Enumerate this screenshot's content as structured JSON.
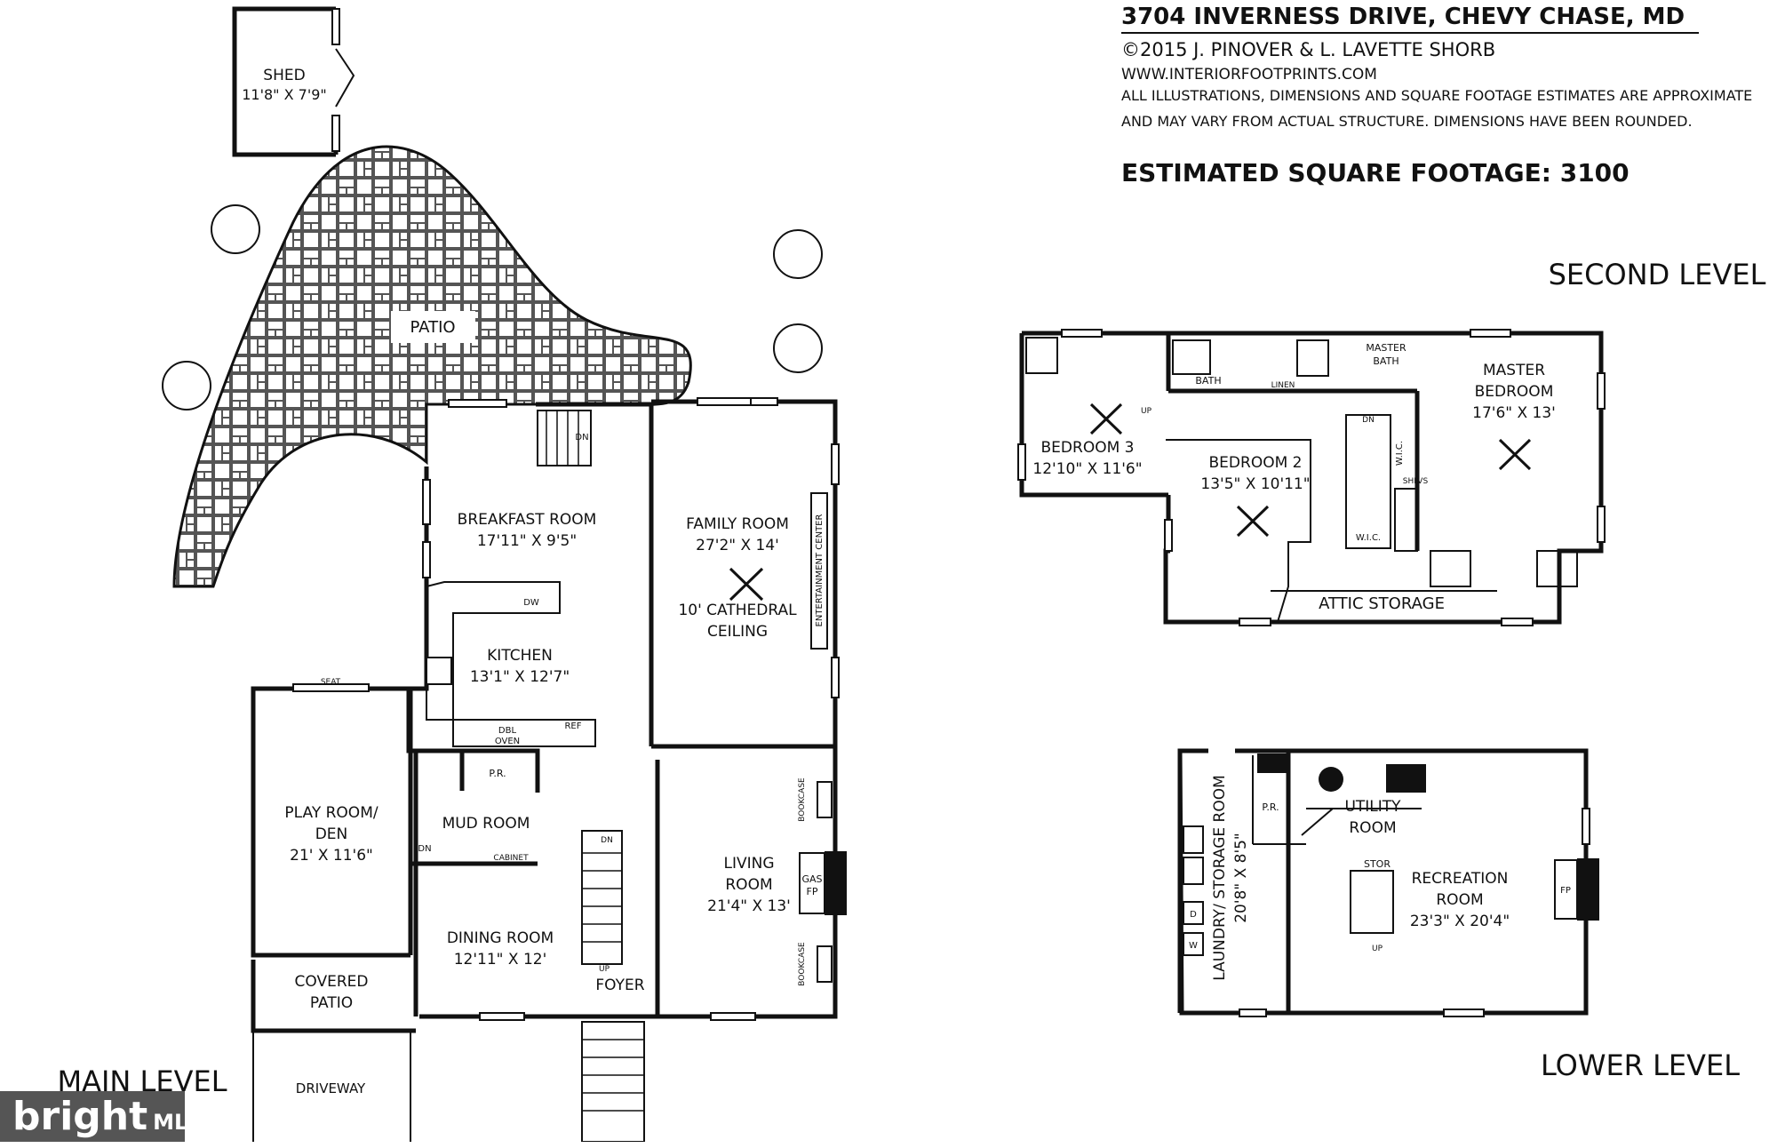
{
  "header": {
    "address": "3704 INVERNESS DRIVE, CHEVY CHASE, MD",
    "copyright": "©2015 J. PINOVER & L. LAVETTE SHORB",
    "website": "WWW.INTERIORFOOTPRINTS.COM",
    "disclaimer1": "ALL ILLUSTRATIONS, DIMENSIONS AND SQUARE FOOTAGE ESTIMATES ARE APPROXIMATE",
    "disclaimer2": "AND MAY VARY FROM ACTUAL STRUCTURE. DIMENSIONS HAVE BEEN ROUNDED.",
    "sqft": "ESTIMATED SQUARE FOOTAGE: 3100"
  },
  "levels": {
    "main": "MAIN LEVEL",
    "second": "SECOND LEVEL",
    "lower": "LOWER LEVEL"
  },
  "main": {
    "shed": "SHED",
    "shed_dim": "11'8\" X 7'9\"",
    "patio": "PATIO",
    "breakfast": "BREAKFAST ROOM",
    "breakfast_dim": "17'11\" X 9'5\"",
    "family": "FAMILY ROOM",
    "family_dim": "27'2\" X 14'",
    "cathedral1": "10' CATHEDRAL",
    "cathedral2": "CEILING",
    "entertainment": "ENTERTAINMENT CENTER",
    "kitchen": "KITCHEN",
    "kitchen_dim": "13'1\" X 12'7\"",
    "dw": "DW",
    "dbl": "DBL",
    "oven": "OVEN",
    "ref": "REF",
    "seat": "SEAT",
    "play1": "PLAY ROOM/",
    "play2": "DEN",
    "play_dim": "21' X 11'6\"",
    "pr": "P.R.",
    "mud": "MUD ROOM",
    "cabinet": "CABINET",
    "dn": "DN",
    "up": "UP",
    "bookcase": "BOOKCASE",
    "living1": "LIVING",
    "living2": "ROOM",
    "living_dim": "21'4\" X 13'",
    "gas": "GAS",
    "fp": "FP",
    "dining": "DINING ROOM",
    "dining_dim": "12'11\" X 12'",
    "foyer": "FOYER",
    "covered1": "COVERED",
    "covered2": "PATIO",
    "driveway": "DRIVEWAY"
  },
  "second": {
    "bath": "BATH",
    "linen": "LINEN",
    "master_bath1": "MASTER",
    "master_bath2": "BATH",
    "master1": "MASTER",
    "master2": "BEDROOM",
    "master_dim": "17'6\" X 13'",
    "bed3": "BEDROOM 3",
    "bed3_dim": "12'10\" X 11'6\"",
    "bed2": "BEDROOM 2",
    "bed2_dim": "13'5\" X 10'11\"",
    "wic": "W.I.C.",
    "shlvs": "SHLVS",
    "attic": "ATTIC STORAGE",
    "up": "UP",
    "dn": "DN"
  },
  "lower": {
    "laundry": "LAUNDRY/ STORAGE ROOM",
    "laundry_dim": "20'8\" X 8'5\"",
    "pr": "P.R.",
    "utility1": "UTILITY",
    "utility2": "ROOM",
    "stor": "STOR",
    "rec1": "RECREATION",
    "rec2": "ROOM",
    "rec_dim": "23'3\" X 20'4\"",
    "fp": "FP",
    "up": "UP",
    "d": "D",
    "w": "W"
  },
  "badge": {
    "brand": "bright",
    "mls": "MLS"
  }
}
